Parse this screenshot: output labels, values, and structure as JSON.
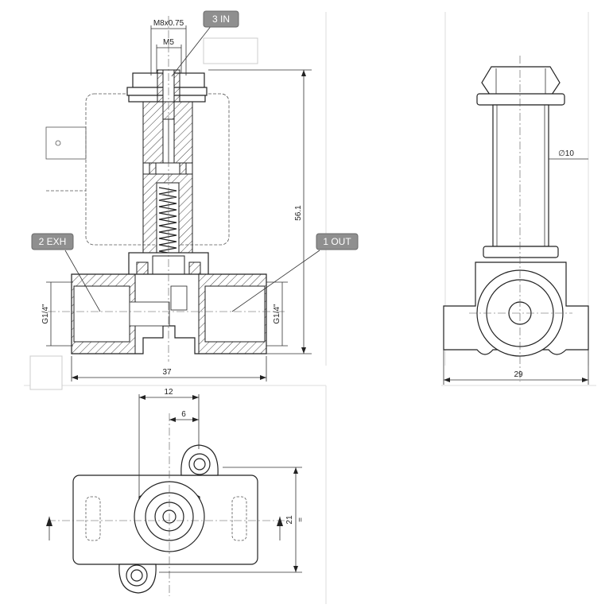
{
  "callouts": {
    "in": "3 IN",
    "exh": "2 EXH",
    "out": "1 OUT"
  },
  "dimensions": {
    "thread_top": "M8x0.75",
    "m5": "M5",
    "height": "56.1",
    "port_left": "G1/4\"",
    "port_right": "G1/4\"",
    "width_front": "37",
    "width_side": "29",
    "coil_diam": "∅10",
    "plan_12": "12",
    "plan_6": "6",
    "plan_21": "21",
    "plan_eq": "="
  },
  "colors": {
    "callout_fill": "#8f8f8f",
    "line": "#222222"
  }
}
